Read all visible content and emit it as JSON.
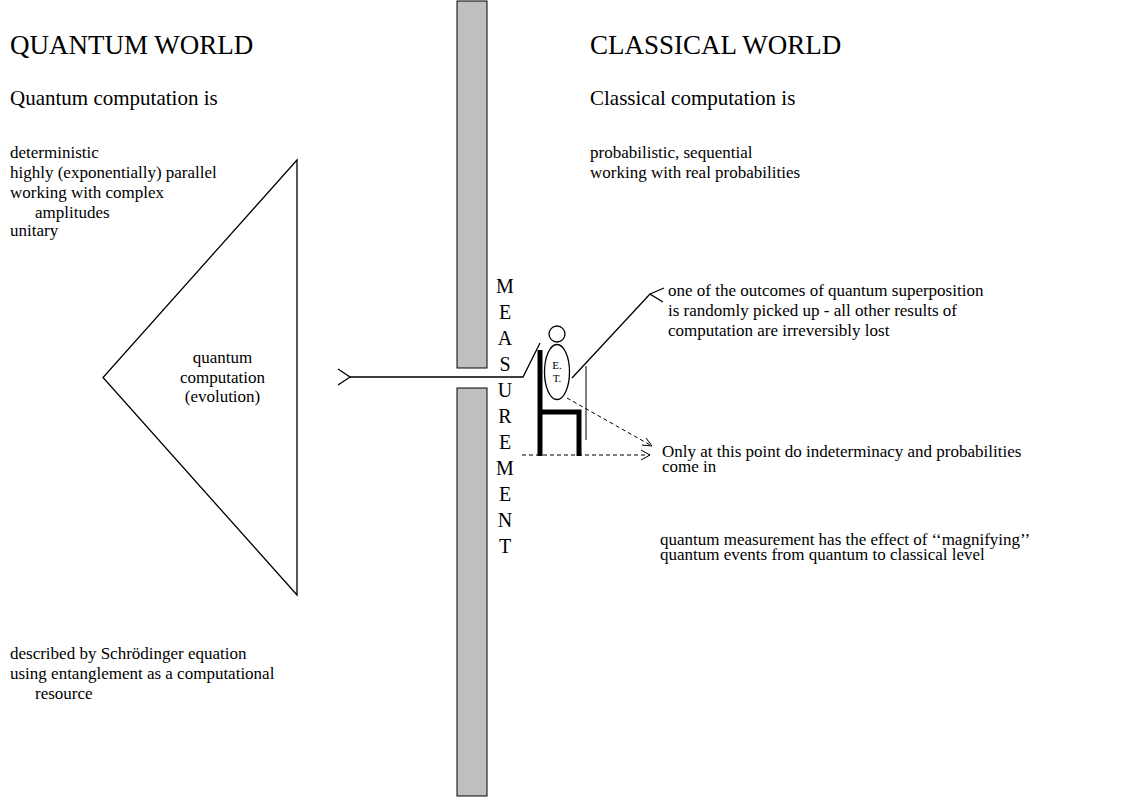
{
  "diagram": {
    "nodes": [
      {
        "text": [
          "quantum computation (evolution)"
        ]
      },
      {
        "text": [
          "E. T."
        ]
      }
    ],
    "labels": [
      "QUANTUM WORLD",
      "CLASSICAL WORLD",
      "Quantum computation is",
      "deterministic",
      "highly (exponentially) parallel",
      "working with complex amplitudes",
      "unitary",
      "described by Schrödinger equation",
      "using entanglement as a computational resource",
      "MEASUREMENT",
      "Classical computation is",
      "probabilistic, sequential",
      "working with real probabilities",
      "one of the outcomes of quantum superposition is randomly picked up - all other results of computation are irreversibly lost",
      "Only at this point do indeterminacy and probabilities come in",
      "quantum measurement has the effect of ‘‘magnifying’’ quantum events from quantum to classical level"
    ]
  }
}
